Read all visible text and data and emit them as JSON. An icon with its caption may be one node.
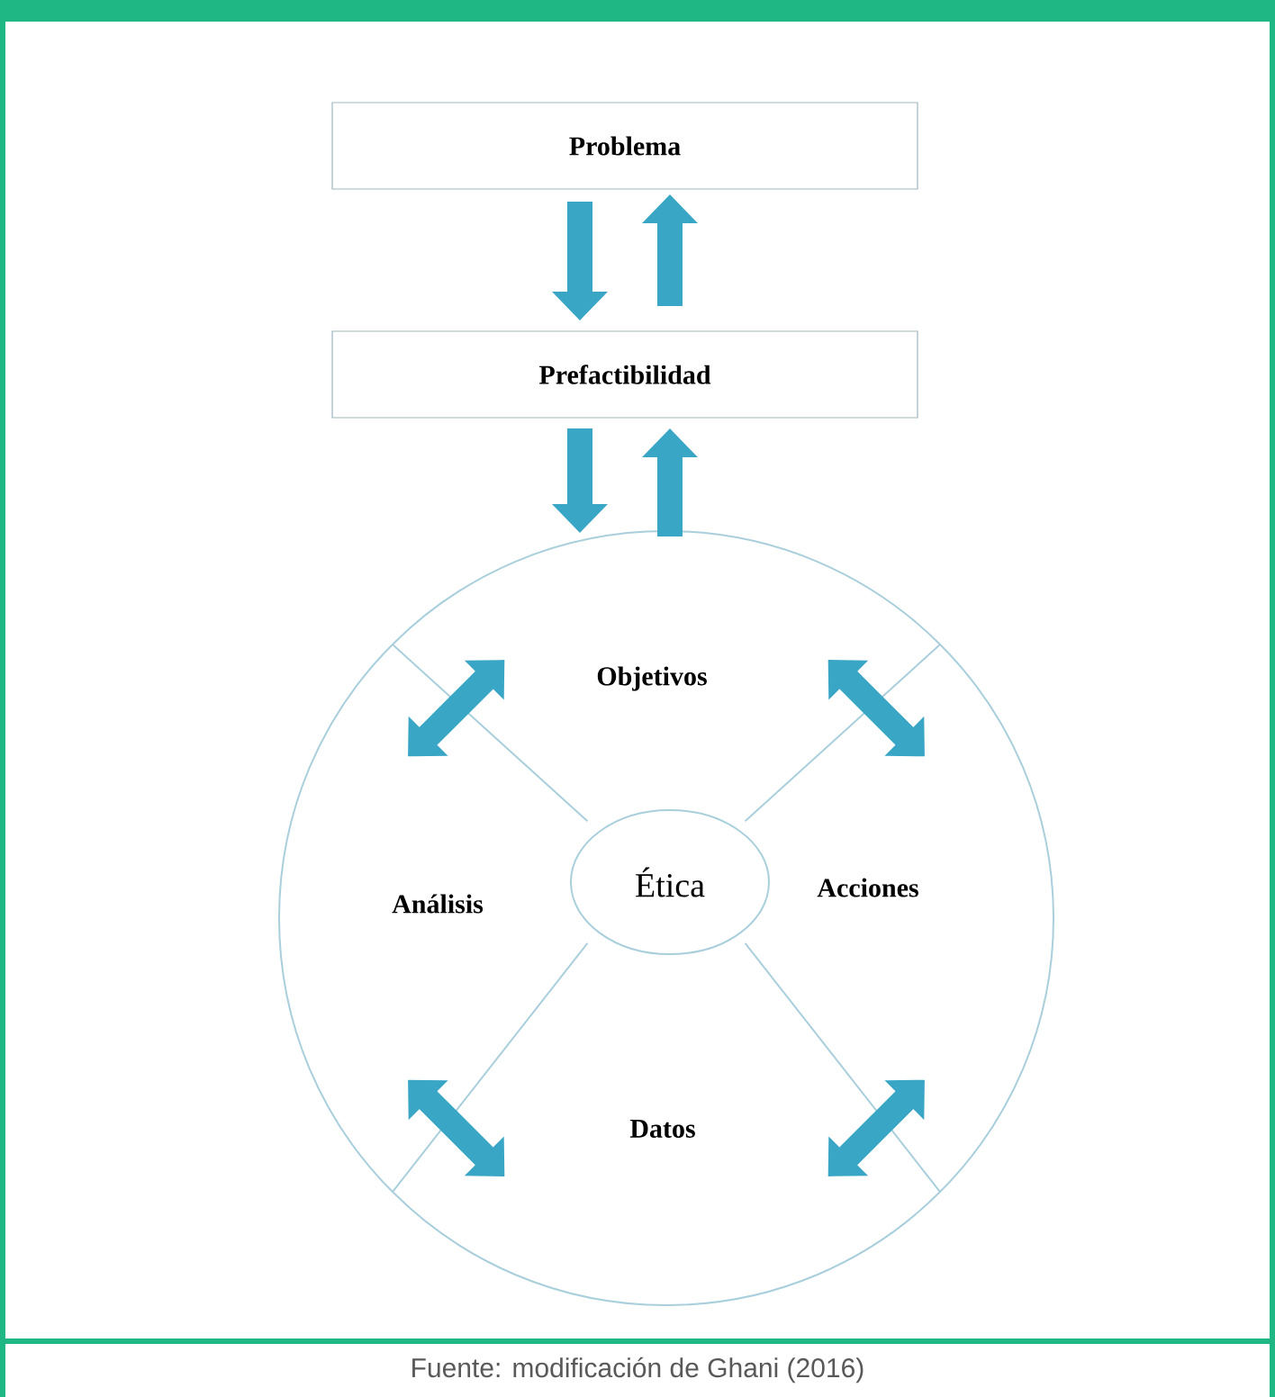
{
  "diagram": {
    "caption": "Fuente: modificación de Ghani (2016)",
    "nodes": [
      {
        "text": [
          "Problema"
        ]
      },
      {
        "text": [
          "Prefactibilidad"
        ]
      },
      {
        "text": [],
        "shape": "circle"
      },
      {
        "text": [
          "Objetivos"
        ],
        "in": 2
      },
      {
        "text": [
          "Análisis"
        ],
        "in": 2
      },
      {
        "text": [
          "Ética"
        ],
        "in": 2
      },
      {
        "text": [
          "Acciones"
        ],
        "in": 2
      },
      {
        "text": [
          "Datos"
        ],
        "in": 2
      }
    ],
    "edges": [
      {
        "from": 0,
        "to": 1,
        "arrow": "to"
      },
      {
        "from": 1,
        "to": 0,
        "arrow": "to"
      },
      {
        "from": 1,
        "to": 2,
        "arrow": "to"
      },
      {
        "from": 2,
        "to": 1,
        "arrow": "to"
      }
    ]
  }
}
